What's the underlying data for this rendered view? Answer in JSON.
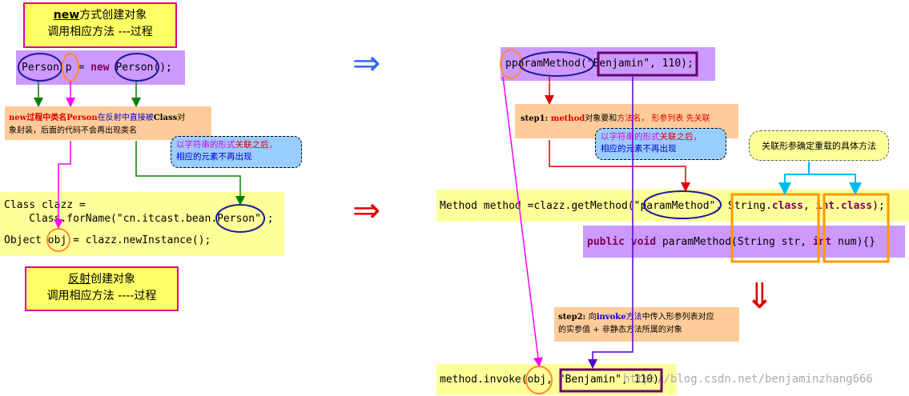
{
  "left": {
    "title_new_1": "new",
    "title_new_2": "方式创建对象",
    "title_new_line2": "调用相应方法 ---过程",
    "code_new": {
      "t1": "Person",
      "t2": "p",
      "t3": " = ",
      "t4": "new",
      "t5": "Person",
      "t6": "();"
    },
    "anno_new": {
      "p1": "new过程中类名Person",
      "p2": "在反射中直接被",
      "p3": "Class",
      "p4": "对",
      "line2": "象封装，后面的代码不会再出现类名"
    },
    "bubble_left": {
      "line1_a": "以字符串的形式",
      "line1_b": "关联之后",
      "line1_c": "，",
      "line2": "相应的元素不再出现"
    },
    "code_reflect": {
      "line1": "Class clazz =",
      "line2_a": "    Class.forName(\"cn.itcast.bean.",
      "line2_b": "Person",
      "line2_c": "\");",
      "line3_a": "Object ",
      "line3_b": "obj",
      "line3_c": " = clazz.newInstance();"
    },
    "title_reflect_1": "反射",
    "title_reflect_2": "创建对象",
    "title_reflect_line2": "调用相应方法 ----过程"
  },
  "arrows": {
    "blue": "⇒",
    "red": "⇒",
    "down": "⇓"
  },
  "right": {
    "code_call": {
      "a": "p",
      "b": "paramMethod",
      "c": "(",
      "d": "\"Benjamin\", 110",
      "e": ");"
    },
    "step1": {
      "a": "step1: ",
      "b": "method",
      "c": "对象要和",
      "d": "方法名",
      "e": "， 形参列表 先关联"
    },
    "bubble_right": {
      "line1_a": "以字符串的形式",
      "line1_b": "关联之后",
      "line1_c": "，",
      "line2": "相应的元素不再出现"
    },
    "note": "关联形参确定重载的具体方法",
    "code_getmethod": {
      "a": "Method method =clazz.getMethod(\"",
      "b": "paramMethod",
      "c": "\", ",
      "d": "String.",
      "e": "class",
      "f": ", ",
      "g": "int",
      "h": ".",
      "i": "class",
      "j": ");"
    },
    "code_decl": {
      "a": "public",
      "b": " ",
      "c": "void",
      "d": " paramMethod(String str, ",
      "e": "int",
      "f": " num){}"
    },
    "step2": {
      "a": "step2: ",
      "b": "向",
      "c": "invoke",
      "d": "方法",
      "e": "中传入形参列表对应",
      "line2": "的实参值 + 非静态方法所属的对象"
    },
    "code_invoke": {
      "a": "method.invoke(",
      "b": "obj",
      "c": ", ",
      "d": "\"Benjamin\", 110",
      "e": ");"
    },
    "watermark": "http://blog.csdn.net/benjaminzhang666"
  },
  "colors": {
    "title_yellow": "#ffff66",
    "title_border": "#e0009a",
    "code_yellow": "#ffff99",
    "code_purple": "#cc99ff",
    "anno_orange": "#ffcc99",
    "bubble_blue": "#99ccff",
    "keyword": "#7f0055",
    "arrow_green": "#008000",
    "arrow_magenta": "#ff00ff",
    "arrow_red": "#dd0000",
    "arrow_blue": "#3366ff",
    "arrow_cyan": "#00bbee",
    "arrow_purple": "#5500cc",
    "highlight_orange": "#ff9900"
  }
}
